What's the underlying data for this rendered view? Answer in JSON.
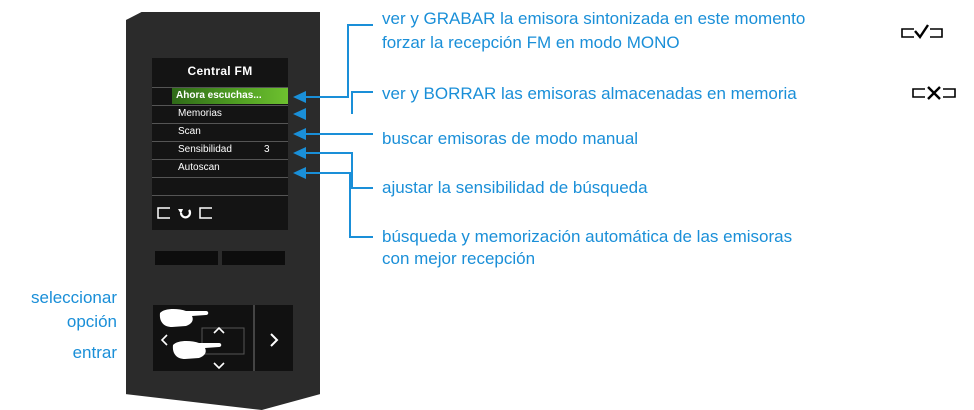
{
  "screen": {
    "title": "Central FM",
    "menu": [
      {
        "label": "Ahora escuchas...",
        "value": ""
      },
      {
        "label": "Memorias",
        "value": ""
      },
      {
        "label": "Scan",
        "value": ""
      },
      {
        "label": "Sensibilidad",
        "value": "3"
      },
      {
        "label": "Autoscan",
        "value": ""
      }
    ]
  },
  "annotations": {
    "now_playing_1": "ver y GRABAR la emisora sintonizada en este momento",
    "now_playing_2": "forzar la recepción FM en modo MONO",
    "memories": "ver y BORRAR las emisoras almacenadas en memoria",
    "scan": "buscar emisoras de modo manual",
    "sensitivity": "ajustar la sensibilidad de búsqueda",
    "autoscan_1": "búsqueda y memorización automática de las emisoras",
    "autoscan_2": "con mejor recepción"
  },
  "controls": {
    "select_1": "seleccionar",
    "select_2": "opción",
    "enter": "entrar"
  },
  "colors": {
    "annotation": "#1a8fd8",
    "selected_item": "#4f9d22",
    "device": "#2b2b2b"
  },
  "icons": [
    "confirm-key-icon",
    "delete-key-icon",
    "back-key-icon",
    "pointing-hand-icon",
    "chevron-up-icon",
    "chevron-down-icon",
    "chevron-left-icon",
    "chevron-right-icon"
  ]
}
